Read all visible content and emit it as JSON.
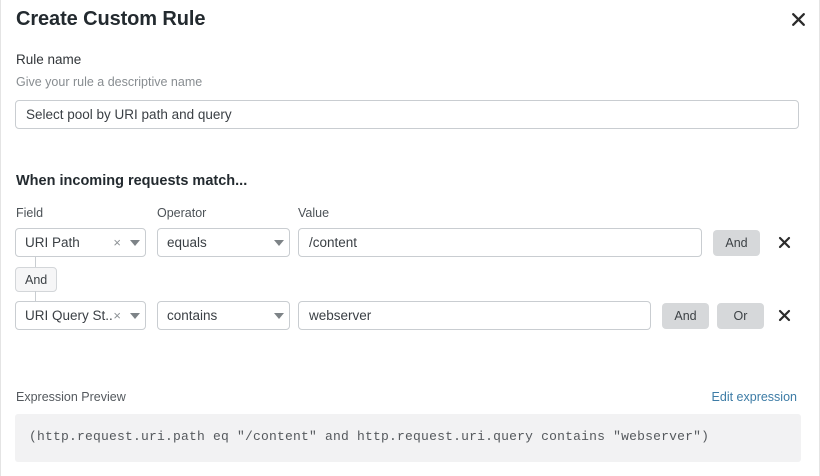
{
  "dialog": {
    "title": "Create Custom Rule",
    "close_icon": "close-icon"
  },
  "rule_name": {
    "label": "Rule name",
    "help": "Give your rule a descriptive name",
    "value": "Select pool by URI path and query",
    "placeholder": "Give your rule a descriptive name"
  },
  "conditions": {
    "heading": "When incoming requests match...",
    "columns": {
      "field": "Field",
      "operator": "Operator",
      "value": "Value"
    },
    "connector": {
      "label": "And"
    },
    "rows": [
      {
        "field": "URI Path",
        "field_clear": "×",
        "operator": "equals",
        "value": "/content",
        "buttons": [
          "And"
        ],
        "delete_icon": "close-icon"
      },
      {
        "field": "URI Query St...",
        "field_clear": "×",
        "operator": "contains",
        "value": "webserver",
        "buttons": [
          "And",
          "Or"
        ],
        "delete_icon": "close-icon"
      }
    ]
  },
  "expression": {
    "label": "Expression Preview",
    "edit_link": "Edit expression",
    "code": "(http.request.uri.path eq \"/content\" and http.request.uri.query contains \"webserver\")"
  },
  "colors": {
    "accent_link": "#3d7ca6",
    "pill_bg": "#d6d8da",
    "border": "#c9cdd1",
    "code_bg": "#f2f2f3"
  }
}
